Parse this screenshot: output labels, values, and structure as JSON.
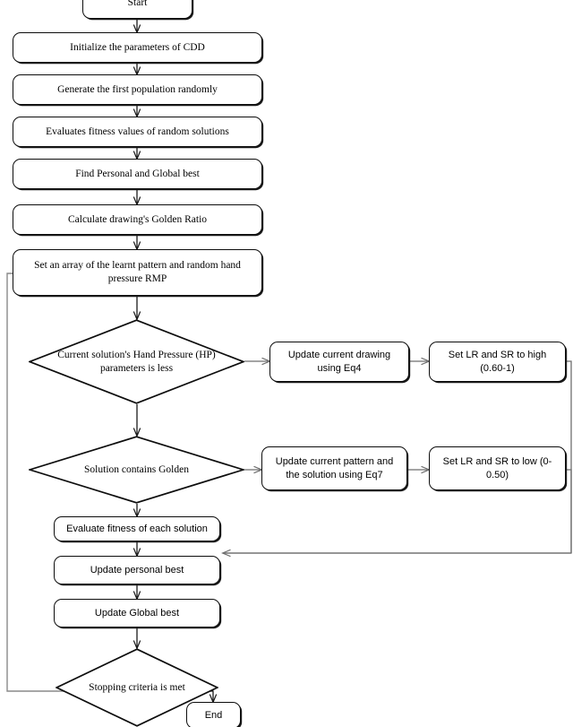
{
  "diagram": {
    "title": "CDD Algorithm Flowchart",
    "background_color": "#ffffff",
    "line_color": "#1a1a1a",
    "node_border_color": "#0d0d0d"
  },
  "nodes": {
    "start": {
      "label": "Start",
      "shape": "rounded-rect"
    },
    "init_params": {
      "label": "Initialize the parameters of CDD",
      "shape": "rounded-rect"
    },
    "generate_population": {
      "label": "Generate the first population randomly",
      "shape": "rounded-rect"
    },
    "evaluate_random": {
      "label": "Evaluates fitness values of random solutions",
      "shape": "rounded-rect"
    },
    "find_best": {
      "label": "Find Personal and Global best",
      "shape": "rounded-rect"
    },
    "golden_ratio": {
      "label": "Calculate drawing's Golden Ratio",
      "shape": "rounded-rect"
    },
    "set_array": {
      "label": "Set an array of the learnt pattern and random hand\npressure RMP",
      "shape": "rounded-rect"
    },
    "decision_hp": {
      "label": "Current solution's\nHand Pressure (HP)\nparameters is less",
      "shape": "diamond"
    },
    "update_drawing_eq4": {
      "label": "Update current drawing\nusing Eq4",
      "shape": "rounded-rect"
    },
    "set_lr_sr_high": {
      "label": "Set LR and SR to high (0.60-1)",
      "shape": "rounded-rect"
    },
    "decision_golden": {
      "label": "Solution\ncontains Golden",
      "shape": "diamond"
    },
    "update_pattern_eq7": {
      "label": "Update current pattern and\nthe solution using Eq7",
      "shape": "rounded-rect"
    },
    "set_lr_sr_low": {
      "label": "Set LR and SR to low (0- 0.50)",
      "shape": "rounded-rect"
    },
    "evaluate_fitness": {
      "label": "Evaluate fitness of each solution",
      "shape": "rounded-rect"
    },
    "update_personal_best": {
      "label": "Update personal best",
      "shape": "rounded-rect"
    },
    "update_global_best": {
      "label": "Update Global best",
      "shape": "rounded-rect"
    },
    "decision_stopping": {
      "label": "Stopping\ncriteria is met",
      "shape": "diamond"
    },
    "end": {
      "label": "End",
      "shape": "rounded-rect"
    }
  },
  "edges": [
    {
      "from": "start",
      "to": "init_params",
      "arrow": true
    },
    {
      "from": "init_params",
      "to": "generate_population",
      "arrow": true
    },
    {
      "from": "generate_population",
      "to": "evaluate_random",
      "arrow": true
    },
    {
      "from": "evaluate_random",
      "to": "find_best",
      "arrow": true
    },
    {
      "from": "find_best",
      "to": "golden_ratio",
      "arrow": true
    },
    {
      "from": "golden_ratio",
      "to": "set_array",
      "arrow": true
    },
    {
      "from": "set_array",
      "to": "decision_hp",
      "arrow": true
    },
    {
      "from": "decision_hp",
      "to": "update_drawing_eq4",
      "arrow": true
    },
    {
      "from": "update_drawing_eq4",
      "to": "set_lr_sr_high",
      "arrow": true
    },
    {
      "from": "decision_hp",
      "to": "decision_golden",
      "arrow": true
    },
    {
      "from": "decision_golden",
      "to": "update_pattern_eq7",
      "arrow": true
    },
    {
      "from": "update_pattern_eq7",
      "to": "set_lr_sr_low",
      "arrow": true
    },
    {
      "from": "decision_golden",
      "to": "evaluate_fitness",
      "arrow": true
    },
    {
      "from": "set_lr_sr_low",
      "to": "evaluate_fitness",
      "arrow": true
    },
    {
      "from": "evaluate_fitness",
      "to": "update_personal_best",
      "arrow": true
    },
    {
      "from": "update_personal_best",
      "to": "update_global_best",
      "arrow": true
    },
    {
      "from": "update_global_best",
      "to": "decision_stopping",
      "arrow": true
    },
    {
      "from": "decision_stopping",
      "to": "end",
      "arrow": true
    },
    {
      "from": "decision_stopping",
      "to": "set_array",
      "arrow": true
    }
  ]
}
